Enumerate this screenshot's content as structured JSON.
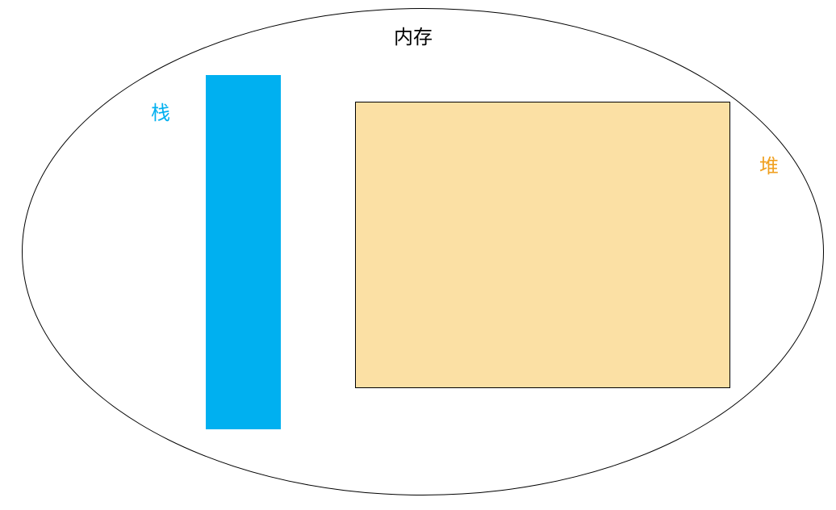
{
  "diagram": {
    "memory": {
      "label": "内存"
    },
    "stack": {
      "label": "栈",
      "color": "#00b0f0"
    },
    "heap": {
      "label": "堆",
      "fill_color": "#fbe0a4",
      "label_color": "#f0a020"
    }
  }
}
